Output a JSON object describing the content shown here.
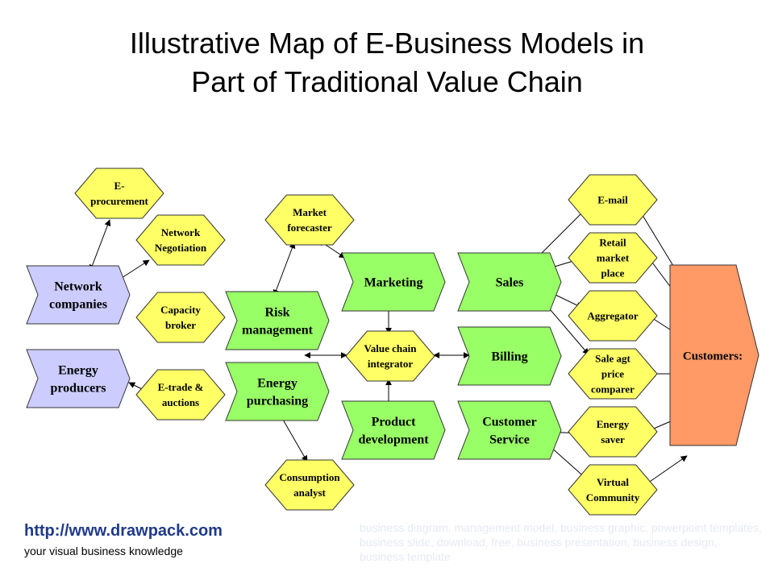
{
  "title": {
    "line1": "Illustrative Map of E-Business Models in",
    "line2": "Part of Traditional Value Chain"
  },
  "colors": {
    "hexagon_yellow": "#ffff66",
    "chevron_lavender": "#ccccff",
    "chevron_green": "#99ff66",
    "customers_orange": "#ff9966",
    "outline": "#333333",
    "url_blue": "#1f3a8a",
    "watermark": "#e6e9f5"
  },
  "nodes": {
    "e_procurement": [
      "E-",
      "procurement"
    ],
    "network_negotiation": [
      "Network",
      "Negotiation"
    ],
    "capacity_broker": [
      "Capacity",
      "broker"
    ],
    "e_trade_auctions": [
      "E-trade &",
      "auctions"
    ],
    "network_companies": [
      "Network",
      "companies"
    ],
    "energy_producers": [
      "Energy",
      "producers"
    ],
    "market_forecaster": [
      "Market",
      "forecaster"
    ],
    "risk_management": [
      "Risk",
      "management"
    ],
    "energy_purchasing": [
      "Energy",
      "purchasing"
    ],
    "consumption_analyst": [
      "Consumption",
      "analyst"
    ],
    "marketing": [
      "Marketing"
    ],
    "value_chain_integrator": [
      "Value chain",
      "integrator"
    ],
    "product_development": [
      "Product",
      "development"
    ],
    "sales": [
      "Sales"
    ],
    "billing": [
      "Billing"
    ],
    "customer_service": [
      "Customer",
      "Service"
    ],
    "e_mail": [
      "E-mail"
    ],
    "retail_market_place": [
      "Retail",
      "market",
      "place"
    ],
    "aggregator": [
      "Aggregator"
    ],
    "sale_agt_price_comparer": [
      "Sale agt",
      "price",
      "comparer"
    ],
    "energy_saver": [
      "Energy",
      "saver"
    ],
    "virtual_community": [
      "Virtual",
      "Community"
    ],
    "customers": [
      "Customers:"
    ]
  },
  "footer": {
    "url": "http://www.drawpack.com",
    "tagline": "your visual business knowledge",
    "watermark": "business diagram, management model, business graphic, powerpoint templates, business slide, download, free, business presentation, business design, business template"
  }
}
